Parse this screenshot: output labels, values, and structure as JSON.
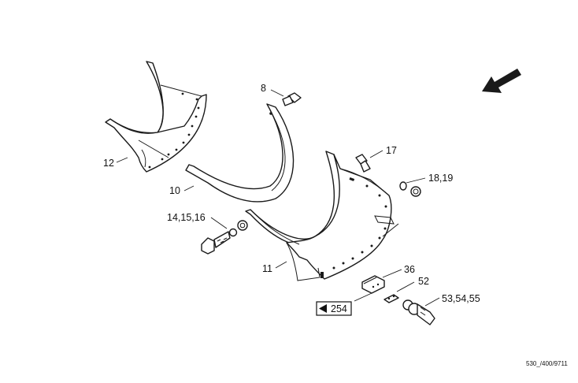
{
  "callouts": {
    "c8": "8",
    "c12": "12",
    "c10": "10",
    "c17": "17",
    "c18_19": "18,19",
    "c14_15_16": "14,15,16",
    "c11": "11",
    "c36": "36",
    "c52": "52",
    "c53_54_55": "53,54,55"
  },
  "reference": {
    "label": "254",
    "icon": "triangle-left-icon"
  },
  "direction_arrow": {
    "icon": "arrow-down-left-icon"
  },
  "drawing_code": "530_/400/9711",
  "colors": {
    "line": "#1a1a1a",
    "background": "#ffffff"
  }
}
